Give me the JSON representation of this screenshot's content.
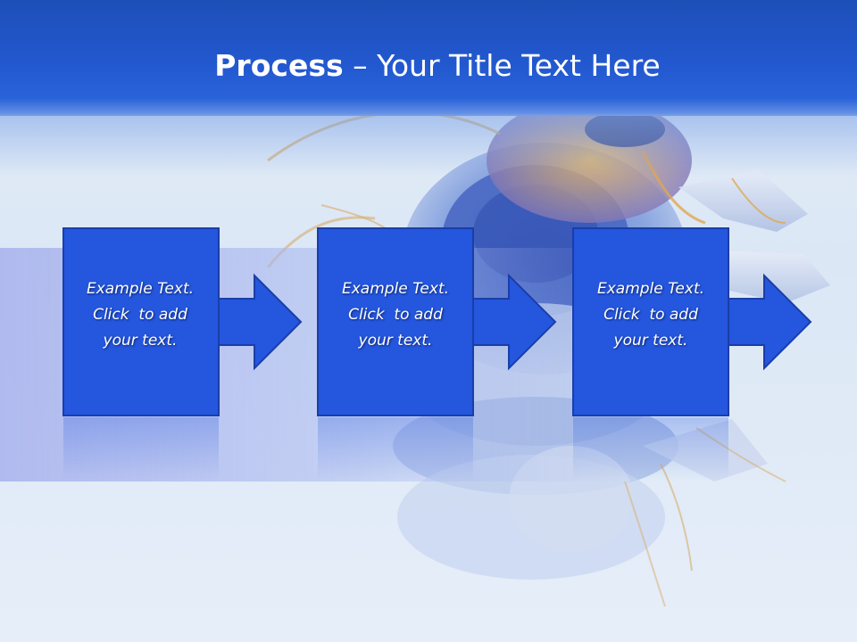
{
  "slide": {
    "title_bold": "Process",
    "title_rest": " – Your Title Text Here"
  },
  "steps": [
    {
      "line1": "Example Text.",
      "line2": "Click  to add",
      "line3": "your text."
    },
    {
      "line1": "Example Text.",
      "line2": "Click  to add",
      "line3": "your text."
    },
    {
      "line1": "Example Text.",
      "line2": "Click  to add",
      "line3": "your text."
    }
  ],
  "colors": {
    "header": "#2258cf",
    "box_fill": "#2456de",
    "box_border": "#1a3ea8",
    "background": "#e3edf8"
  },
  "icons": [
    "spine-vertebra-illustration",
    "arrow-right-icon"
  ]
}
